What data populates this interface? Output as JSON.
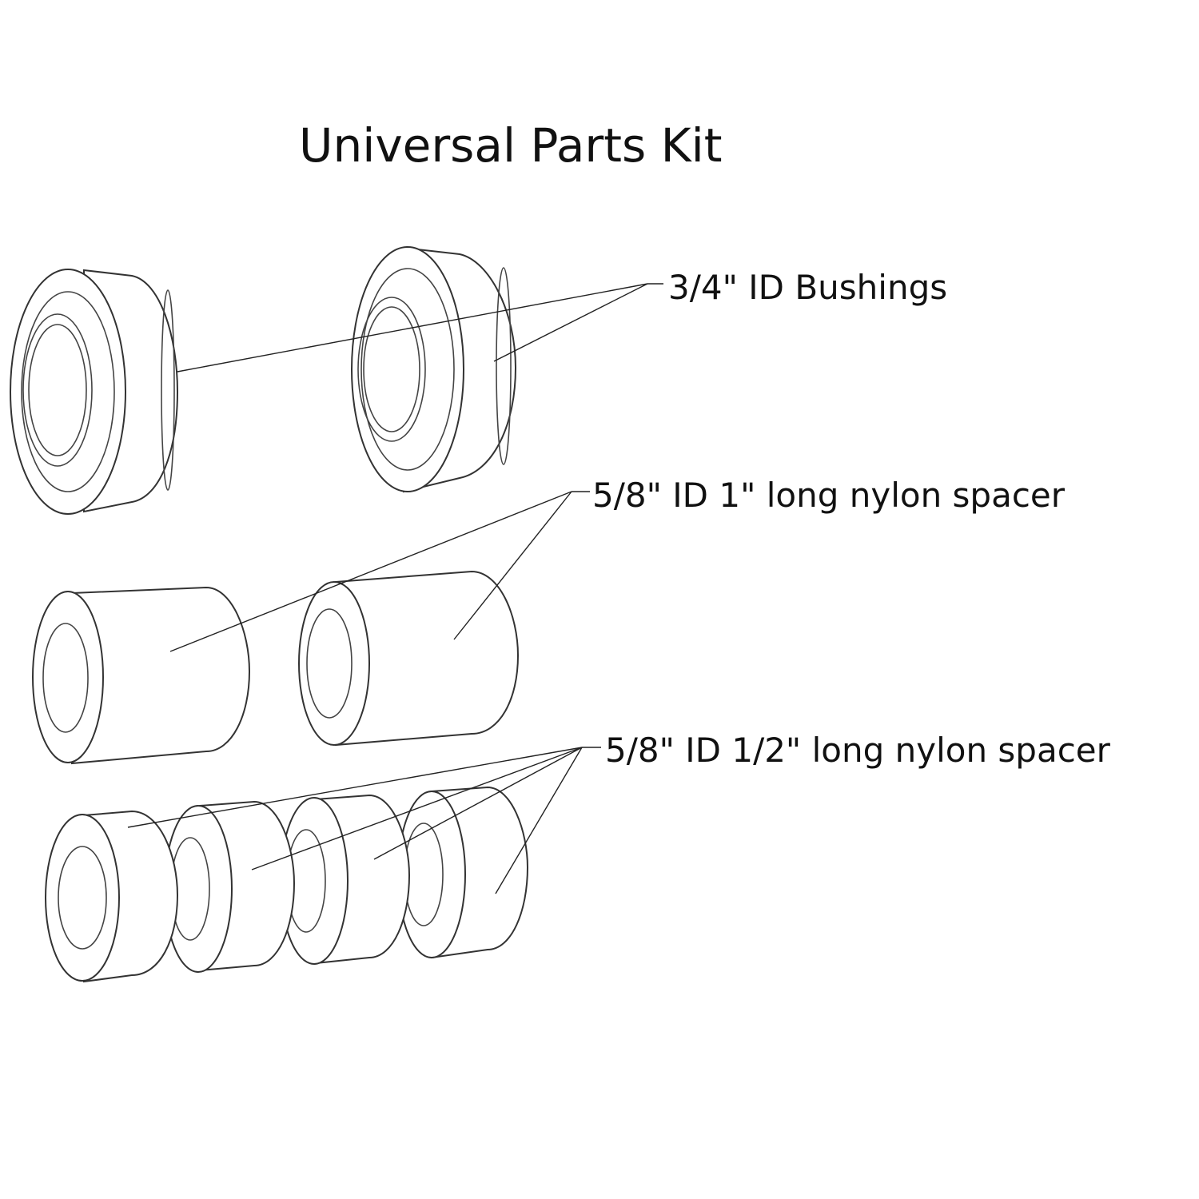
{
  "title": "Universal Parts Kit",
  "labels": {
    "bushings": "3/4\" ID Bushings",
    "spacer_long": "5/8\" ID 1\" long nylon spacer",
    "spacer_short": "5/8\" ID 1/2\" long nylon spacer"
  },
  "colors": {
    "line": "#333333",
    "background": "#ffffff"
  }
}
